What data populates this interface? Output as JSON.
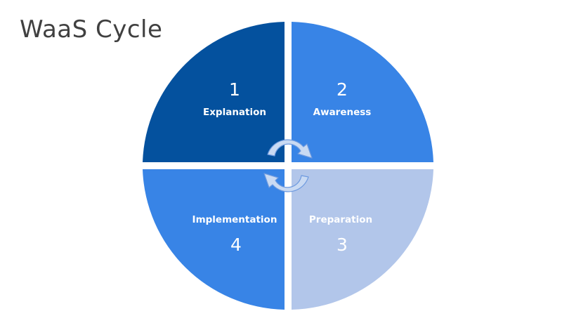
{
  "title": "WaaS Cycle",
  "colors": {
    "explanation": "#04519E",
    "awareness": "#3884E6",
    "preparation": "#B2C6EA",
    "implementation": "#3884E6",
    "arrow_fill": "#C9DAF3",
    "arrow_stroke": "#6E9ADF"
  },
  "segments": [
    {
      "number": "1",
      "label": "Explanation"
    },
    {
      "number": "2",
      "label": "Awareness"
    },
    {
      "number": "3",
      "label": "Preparation"
    },
    {
      "number": "4",
      "label": "Implementation"
    }
  ]
}
